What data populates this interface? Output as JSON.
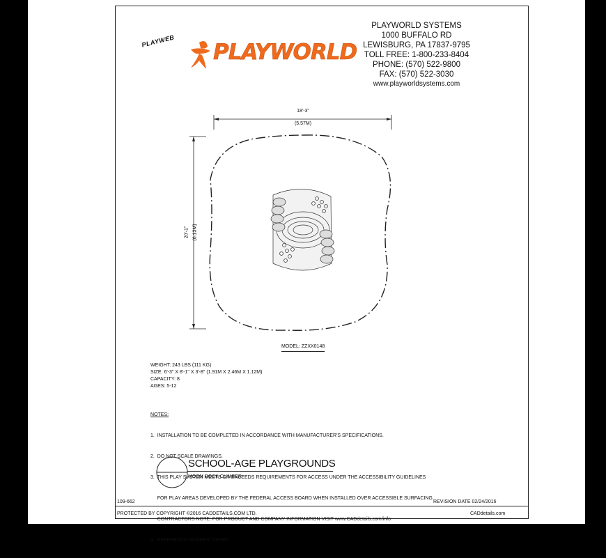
{
  "brand": {
    "logo_text": "PLAYWORLD",
    "web_badge": "PLAYWEB",
    "accent": "#ef6a1d"
  },
  "company": {
    "lines": [
      "PLAYWORLD SYSTEMS",
      "1000 BUFFALO RD",
      "LEWISBURG, PA 17837-9795",
      "TOLL FREE: 1-800-233-8404",
      "PHONE: (570) 522-9800",
      "FAX: (570) 522-3030",
      "www.playworldsystems.com"
    ]
  },
  "drawing": {
    "width_ft": "18'-3\"",
    "width_m": "(5.57M)",
    "height_ft": "20'-1\"",
    "height_m": "(6.13M)",
    "model_label": "MODEL: ZZXX0148"
  },
  "specs": {
    "weight": "WEIGHT: 243 LBS (111 KG)",
    "size": "SIZE: 6'-3\" X 8'-1\" X 3'-8\" (1.91M X 2.46M X 1.12M)",
    "capacity": "CAPACITY:  8",
    "ages": "AGES: 5-12"
  },
  "notes": {
    "heading": "NOTES:",
    "items": [
      "1.  INSTALLATION TO BE COMPLETED IN ACCORDANCE WITH MANUFACTURER'S SPECIFICATIONS.",
      "2.  DO NOT SCALE DRAWINGS.",
      "3.  THIS PLAY SYSTEM MEETS OR EXCEEDS REQUIREMENTS FOR ACCESS UNDER THE ACCESSIBILITY GUIDELINES",
      "     FOR PLAY AREAS DEVELOPED BY THE FEDERAL ACCESS BOARD WHEN INSTALLED OVER ACCESSIBLE SURFACING.",
      "     CONTRACTORS NOTE: FOR PRODUCT AND COMPANY INFORMATION VISIT www.CADdetails.com/info",
      "4.  REFERENCE NUMBER 109-662."
    ]
  },
  "title_block": {
    "title": "SCHOOL-AGE PLAYGROUNDS",
    "subtitle": "MOON ROCK CLIMBER"
  },
  "footer": {
    "ref": "109-662",
    "revision": "REVISION DATE 02/24/2016",
    "copyright": "PROTECTED BY COPYRIGHT ©2016 CADDETAILS.COM LTD.",
    "site": "CADdetails.com"
  }
}
